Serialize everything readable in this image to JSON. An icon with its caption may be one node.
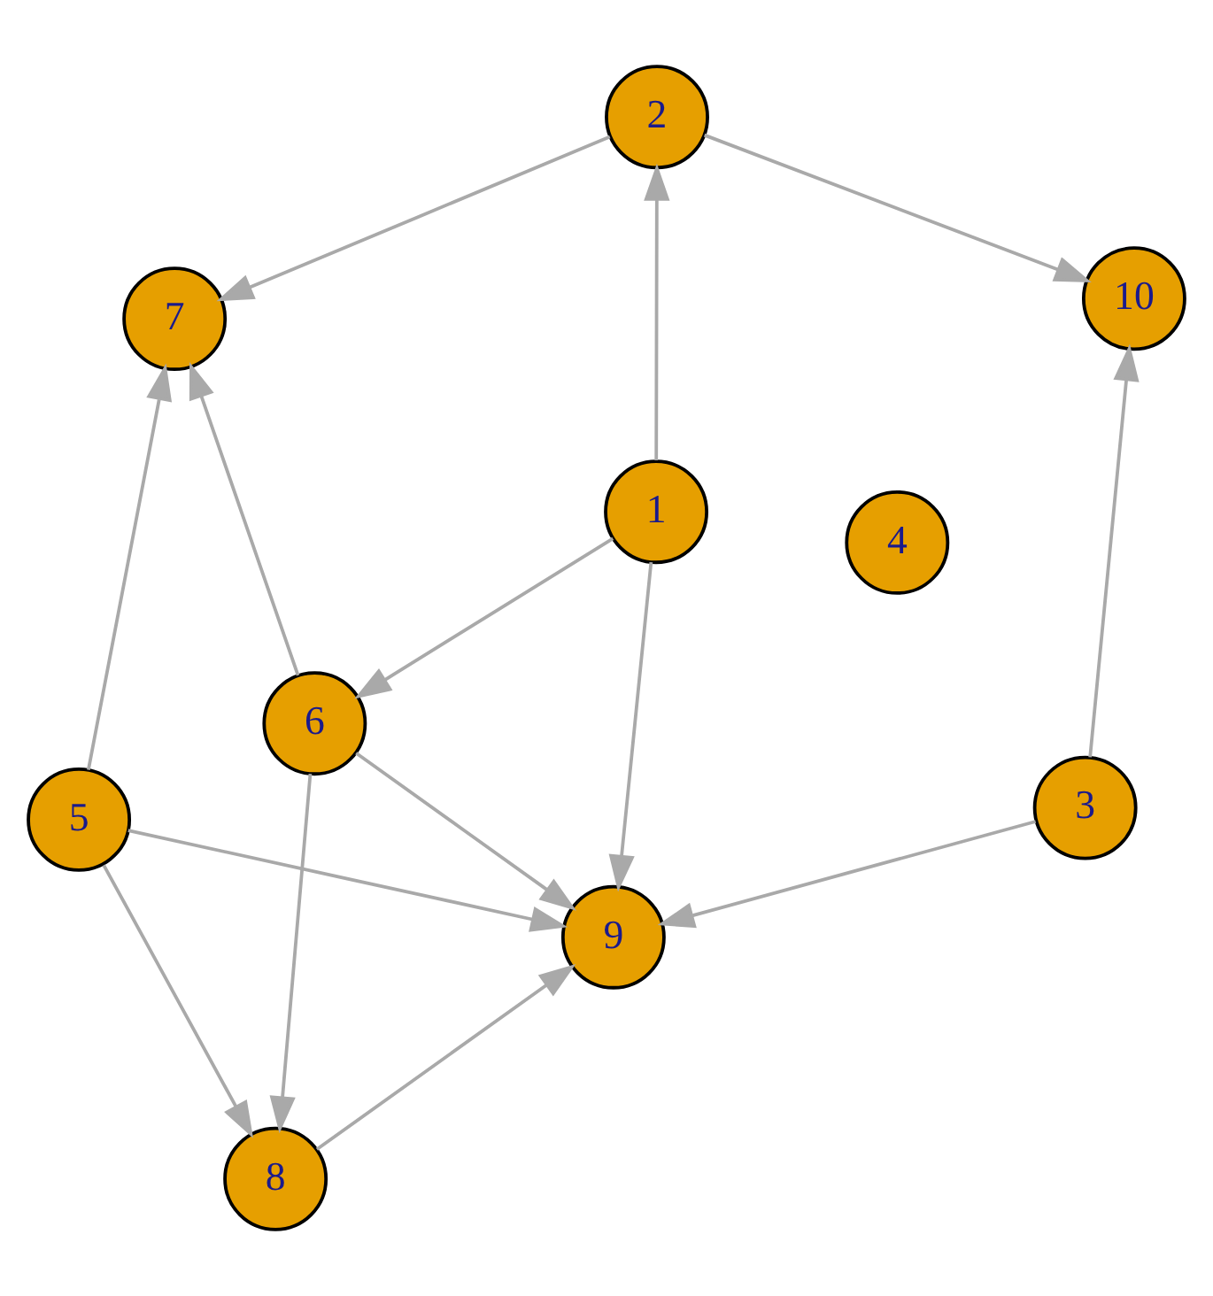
{
  "diagram": {
    "nodes": [
      {
        "text": [
          "4"
        ]
      },
      {
        "text": [
          "7"
        ]
      },
      {
        "text": [
          "5"
        ]
      },
      {
        "text": [
          "6"
        ]
      },
      {
        "text": [
          "2"
        ]
      },
      {
        "text": [
          "8"
        ]
      },
      {
        "text": [
          "1"
        ]
      },
      {
        "text": [
          "9"
        ]
      },
      {
        "text": [
          "10"
        ]
      },
      {
        "text": [
          "3"
        ]
      }
    ],
    "edges": [
      {
        "from": 2,
        "to": 1,
        "arrow": "to"
      },
      {
        "from": 2,
        "to": 5,
        "arrow": "to"
      },
      {
        "from": 2,
        "to": 7,
        "arrow": "to"
      },
      {
        "from": 3,
        "to": 1,
        "arrow": "to"
      },
      {
        "from": 3,
        "to": 5,
        "arrow": "to"
      },
      {
        "from": 3,
        "to": 7,
        "arrow": "to"
      },
      {
        "from": 6,
        "to": 3,
        "arrow": "to"
      },
      {
        "from": 6,
        "to": 4,
        "arrow": "to"
      },
      {
        "from": 6,
        "to": 7,
        "arrow": "to"
      },
      {
        "from": 4,
        "to": 1,
        "arrow": "to"
      },
      {
        "from": 4,
        "to": 8,
        "arrow": "to"
      },
      {
        "from": 9,
        "to": 7,
        "arrow": "to"
      },
      {
        "from": 9,
        "to": 8,
        "arrow": "to"
      },
      {
        "from": 5,
        "to": 7,
        "arrow": "to"
      }
    ]
  }
}
